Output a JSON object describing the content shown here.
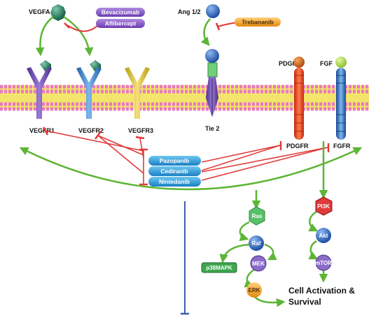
{
  "ligands": {
    "vegfa": "VEGFA",
    "ang": "Ang 1/2",
    "pdgf": "PDGF",
    "fgf": "FGF"
  },
  "drugs": {
    "bevacizumab": "Bevacizumab",
    "aflibercept": "Aflibercept",
    "trebananib": "Trebananib",
    "pazopanib": "Pazopanib",
    "cediranib": "Cediranib",
    "nintedanib": "Nintedanib"
  },
  "receptors": {
    "vegfr1": "VEGFR1",
    "vegfr2": "VEGFR2",
    "vegfr3": "VEGFR3",
    "tie2": "Tie 2",
    "pdgfr": "PDGFR",
    "fgfr": "FGFR"
  },
  "pathway": {
    "ras": "Ras",
    "raf": "Raf",
    "mek": "MEK",
    "erk": "ERK",
    "p38": "p38MAPK",
    "pi3k": "PI3K",
    "akt": "Akt",
    "mtor": "mTOR"
  },
  "outcome": {
    "line1": "Cell Activation &",
    "line2": "Survival"
  },
  "colors": {
    "activate_arrow": "#5cb534",
    "inhibit_line": "#e23a3a",
    "blue_line": "#3c5fa8",
    "membrane_pink": "#e879c5",
    "membrane_yellow": "#f3e46c"
  }
}
